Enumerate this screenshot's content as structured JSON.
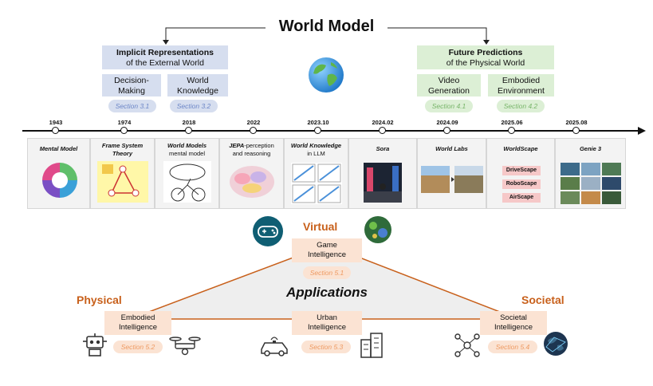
{
  "title": "World Model",
  "left_branch": {
    "header_bold": "Implicit Representations",
    "header_sub": "of the External World",
    "items": [
      {
        "label_l1": "Decision-",
        "label_l2": "Making",
        "section": "Section 3.1"
      },
      {
        "label_l1": "World",
        "label_l2": "Knowledge",
        "section": "Section 3.2"
      }
    ]
  },
  "right_branch": {
    "header_bold": "Future Predictions",
    "header_sub": "of the Physical World",
    "items": [
      {
        "label_l1": "Video",
        "label_l2": "Generation",
        "section": "Section 4.1"
      },
      {
        "label_l1": "Embodied",
        "label_l2": "Environment",
        "section": "Section 4.2"
      }
    ]
  },
  "timeline": [
    {
      "year": "1943",
      "title_l1": "Mental Model",
      "title_l2": "",
      "sub": ""
    },
    {
      "year": "1974",
      "title_l1": "Frame System",
      "title_l2": "Theory",
      "sub": ""
    },
    {
      "year": "2018",
      "title_l1": "World Models",
      "title_l2": "",
      "sub": "mental model"
    },
    {
      "year": "2022",
      "title_l1": "JEPA",
      "title_l2": "-perception",
      "sub": "and reasoning"
    },
    {
      "year": "2023.10",
      "title_l1": "World Knowledge",
      "title_l2": "",
      "sub": "in LLM"
    },
    {
      "year": "2024.02",
      "title_l1": "Sora",
      "title_l2": "",
      "sub": ""
    },
    {
      "year": "2024.09",
      "title_l1": "World Labs",
      "title_l2": "",
      "sub": ""
    },
    {
      "year": "2025.06",
      "title_l1": "WorldScape",
      "title_l2": "",
      "sub": ""
    },
    {
      "year": "2025.08",
      "title_l1": "Genie 3",
      "title_l2": "",
      "sub": ""
    }
  ],
  "worldscape_items": [
    "DriveScape",
    "RoboScape",
    "AirScape"
  ],
  "applications": {
    "center_label": "Applications",
    "virtual": {
      "category": "Virtual",
      "l1": "Game",
      "l2": "Intelligence",
      "section": "Section 5.1"
    },
    "physical": {
      "category": "Physical",
      "l1": "Embodied",
      "l2": "Intelligence",
      "section": "Section 5.2"
    },
    "urban": {
      "l1": "Urban",
      "l2": "Intelligence",
      "section": "Section 5.3"
    },
    "societal": {
      "category": "Societal",
      "l1": "Societal",
      "l2": "Intelligence",
      "section": "Section 5.4"
    }
  },
  "colors": {
    "blue_box": "#d6deef",
    "green_box": "#dcefd5",
    "orange_box": "#fbe3d3",
    "orange_text": "#c8601b",
    "triangle_line": "#c8601b"
  },
  "icons": [
    "earth-icon",
    "gamepad-icon",
    "game-map-icon",
    "robot-icon",
    "drone-icon",
    "car-icon",
    "buildings-icon",
    "network-icon",
    "globe-network-icon"
  ]
}
